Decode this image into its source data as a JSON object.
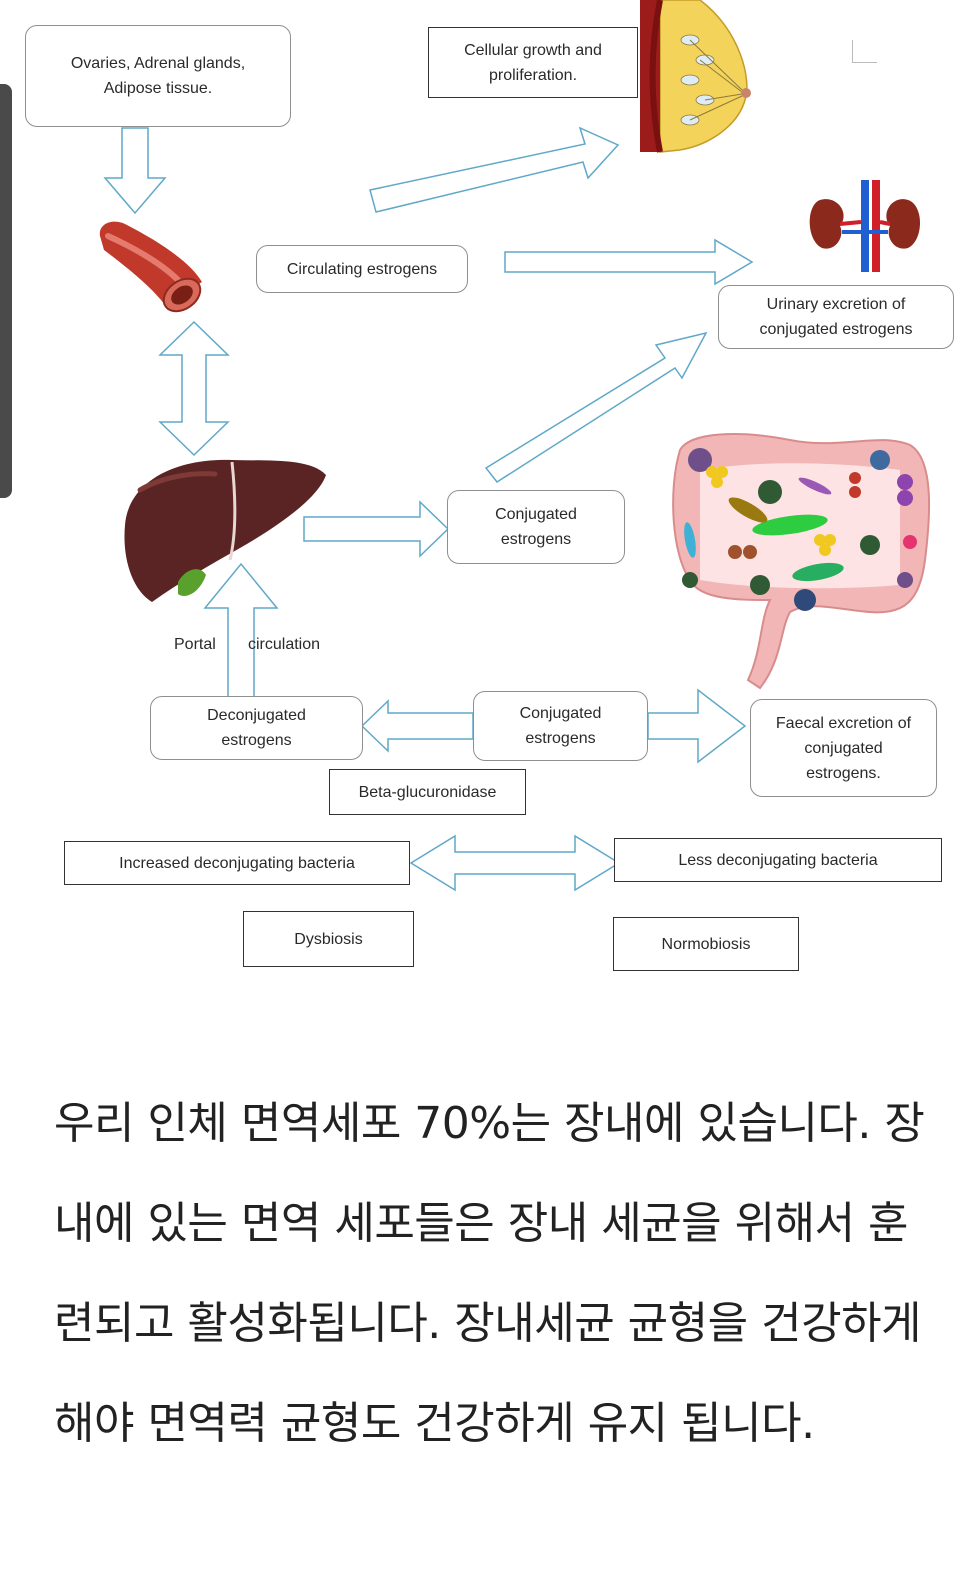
{
  "diagram": {
    "sources": "Ovaries, Adrenal glands,\nAdipose tissue.",
    "cellular_growth": "Cellular growth and\nproliferation.",
    "circulating": "Circulating estrogens",
    "urinary": "Urinary excretion of\nconjugated estrogens",
    "conjugated_liver": "Conjugated\nestrogens",
    "portal": "Portal",
    "circulation": "circulation",
    "deconjugated": "Deconjugated\nestrogens",
    "conjugated_gut": "Conjugated\nestrogens",
    "faecal": "Faecal excretion of\nconjugated\nestrogens.",
    "beta": "Beta-glucuronidase",
    "increased": "Increased deconjugating bacteria",
    "less": "Less deconjugating bacteria",
    "dysbiosis": "Dysbiosis",
    "normobiosis": "Normobiosis"
  },
  "caption": "우리 인체 면역세포 70%는 장내에 있습니다. 장내에 있는 면역 세포들은 장내 세균을 위해서 훈련되고 활성화됩니다. 장내세균 균형을 건강하게 해야 면역력 균형도 건강하게 유지 됩니다.",
  "colors": {
    "arrow_stroke": "#5fa8c7",
    "blood_vessel": "#c0392b",
    "liver": "#5a2424",
    "intestine": "#f2b6b6"
  }
}
